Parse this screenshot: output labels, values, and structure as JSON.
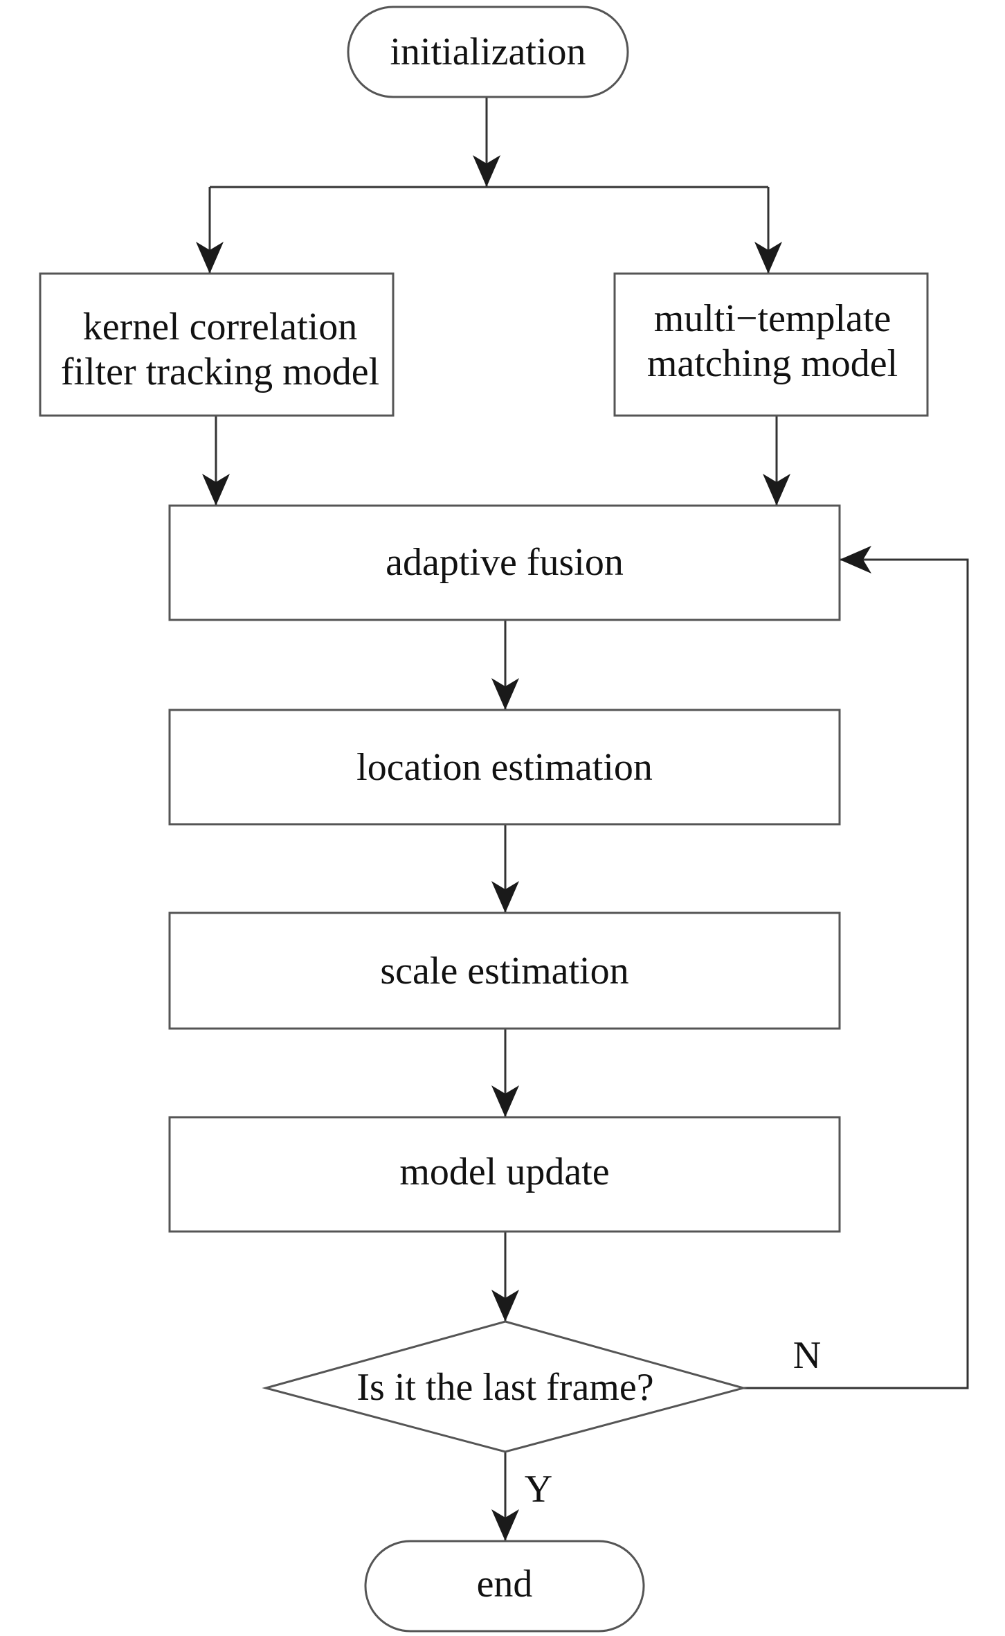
{
  "nodes": {
    "initialization": "initialization",
    "kernel_line1": "kernel correlation",
    "kernel_line2": "filter tracking model",
    "multi_line1": "multi−template",
    "multi_line2": "matching model",
    "adaptive_fusion": "adaptive fusion",
    "location_estimation": "location estimation",
    "scale_estimation": "scale estimation",
    "model_update": "model update",
    "decision": "Is it the last frame?",
    "end": "end"
  },
  "edge_labels": {
    "no": "N",
    "yes": "Y"
  }
}
